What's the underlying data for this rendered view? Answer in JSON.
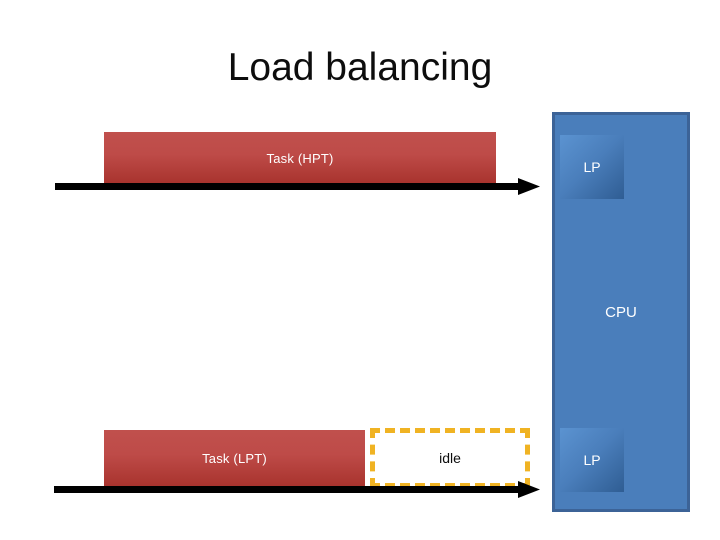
{
  "slide": {
    "title": "Load balancing"
  },
  "timeline": {
    "top_row": {
      "task_label": "Task (HPT)",
      "arrow_name": "timeline-arrow-hpt"
    },
    "bottom_row": {
      "task_label": "Task (LPT)",
      "idle_label": "idle",
      "arrow_name": "timeline-arrow-lpt"
    }
  },
  "cpu": {
    "label": "CPU",
    "lp_top_label": "LP",
    "lp_bottom_label": "LP"
  },
  "colors": {
    "task_red_light": "#c0504d",
    "task_red_dark": "#a7322c",
    "cpu_blue": "#4a7ebb",
    "cpu_blue_border": "#3c6397",
    "lp_blue_light": "#5b93d1",
    "lp_blue_dark": "#2f5d93",
    "idle_yellow": "#f0b323",
    "arrow_black": "#000000",
    "title_text": "#0d0d0d",
    "background": "#ffffff"
  }
}
